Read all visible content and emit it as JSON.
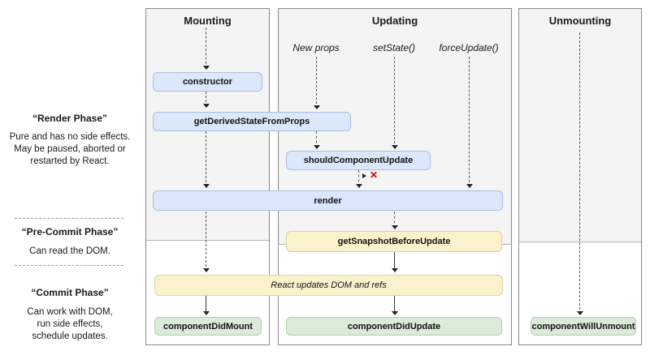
{
  "columns": [
    {
      "title": "Mounting"
    },
    {
      "title": "Updating"
    },
    {
      "title": "Unmounting"
    }
  ],
  "update_triggers": [
    {
      "label": "New props"
    },
    {
      "label": "setState()"
    },
    {
      "label": "forceUpdate()"
    }
  ],
  "phases": [
    {
      "title": "“Render Phase”",
      "description": "Pure and has no side effects.\nMay be paused, aborted or\nrestarted by React."
    },
    {
      "title": "“Pre-Commit Phase”",
      "description": "Can read the DOM."
    },
    {
      "title": "“Commit Phase”",
      "description": "Can work with DOM,\nrun side effects,\nschedule updates."
    }
  ],
  "nodes": {
    "ctor": {
      "label": "constructor"
    },
    "get_derived_state_from_props": {
      "label": "getDerivedStateFromProps"
    },
    "should_component_update": {
      "label": "shouldComponentUpdate"
    },
    "render": {
      "label": "render"
    },
    "get_snapshot_before_update": {
      "label": "getSnapshotBeforeUpdate"
    },
    "react_updates_dom": {
      "label": "React updates DOM and refs"
    },
    "component_did_mount": {
      "label": "componentDidMount"
    },
    "component_did_update": {
      "label": "componentDidUpdate"
    },
    "component_will_unmount": {
      "label": "componentWillUnmount"
    }
  },
  "annotations": {
    "cancel_mark": "✕"
  },
  "colors": {
    "lifecycle_method_fill": "#dbe8fb",
    "lifecycle_method_border": "#a8bedd",
    "dom_update_fill": "#fbf1cd",
    "dom_update_border": "#e0d1a2",
    "commit_method_fill": "#dceada",
    "commit_method_border": "#b2cfae",
    "column_shade": "#f4f4f4",
    "column_border": "#8a8a8a",
    "cancel_mark_color": "#d40000"
  }
}
